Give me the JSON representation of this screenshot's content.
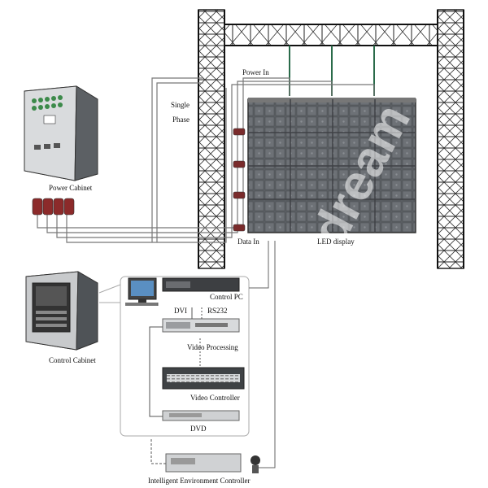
{
  "labels": {
    "power_in": "Power In",
    "single": "Single",
    "phase": "Phase",
    "power_cabinet": "Power Cabinet",
    "data_in": "Data In",
    "led_display": "LED display",
    "control_cabinet": "Control Cabinet",
    "control_pc": "Control PC",
    "dvi": "DVI",
    "rs232": "RS232",
    "video_processing": "Video Processing",
    "video_controller": "Video Controller",
    "dvd": "DVD",
    "env_controller": "Intelligent Environment Controller"
  },
  "watermark": "dream"
}
